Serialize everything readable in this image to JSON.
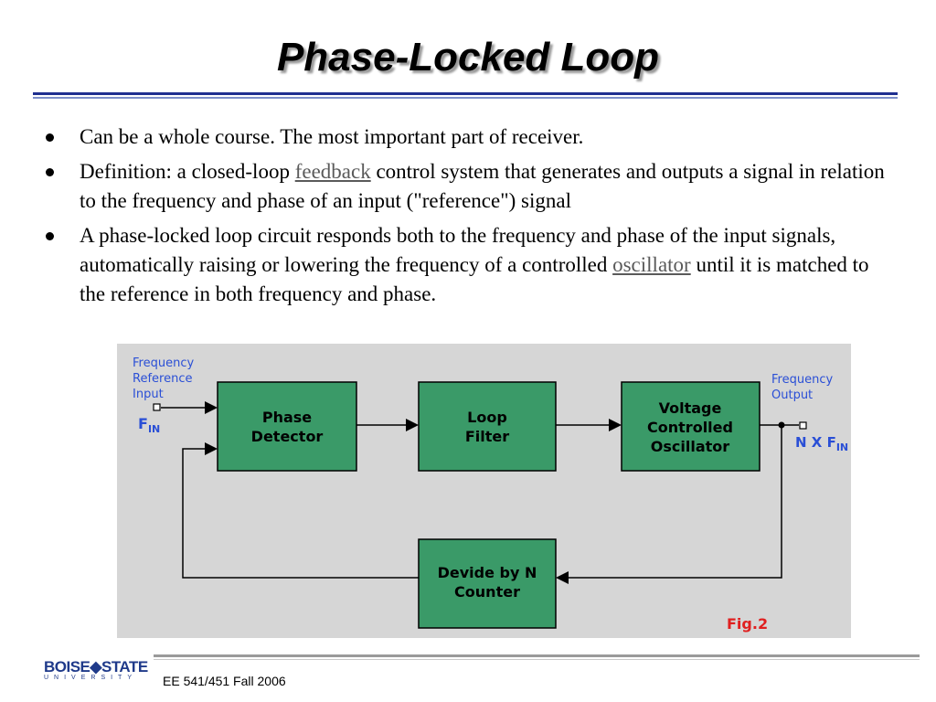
{
  "slide": {
    "title": "Phase-Locked Loop",
    "bullets": [
      {
        "parts": [
          {
            "text": "Can be a whole course. The most important part of receiver."
          }
        ]
      },
      {
        "parts": [
          {
            "text": "Definition: a closed-loop "
          },
          {
            "text": "feedback",
            "link": true
          },
          {
            "text": " control system that generates and outputs a signal in relation to the frequency and phase of an input (\"reference\") signal"
          }
        ]
      },
      {
        "parts": [
          {
            "text": "A phase-locked loop circuit responds both to the frequency and phase of the input signals, automatically raising or lowering the frequency of a controlled "
          },
          {
            "text": "oscillator",
            "link": true
          },
          {
            "text": " until it is matched to the reference in both frequency and phase."
          }
        ]
      }
    ]
  },
  "diagram": {
    "input_label": [
      "Frequency",
      "Reference",
      "Input"
    ],
    "input_symbol": "F",
    "input_sub": "IN",
    "output_label": [
      "Frequency",
      "Output"
    ],
    "output_symbol": "N X F",
    "output_sub": "IN",
    "blocks": {
      "phase_detector": [
        "Phase",
        "Detector"
      ],
      "loop_filter": [
        "Loop",
        "Filter"
      ],
      "vco": [
        "Voltage",
        "Controlled",
        "Oscillator"
      ],
      "divider": [
        "Devide by N",
        "Counter"
      ]
    },
    "fig_label": "Fig.2",
    "colors": {
      "block_fill": "#3a9a68",
      "label_blue": "#2a4fd6",
      "fig_red": "#e02020",
      "background": "#d6d6d6"
    }
  },
  "footer": {
    "logo_main": "BOISE◆STATE",
    "logo_sub": "UNIVERSITY",
    "course": "EE 541/451 Fall 2006"
  }
}
